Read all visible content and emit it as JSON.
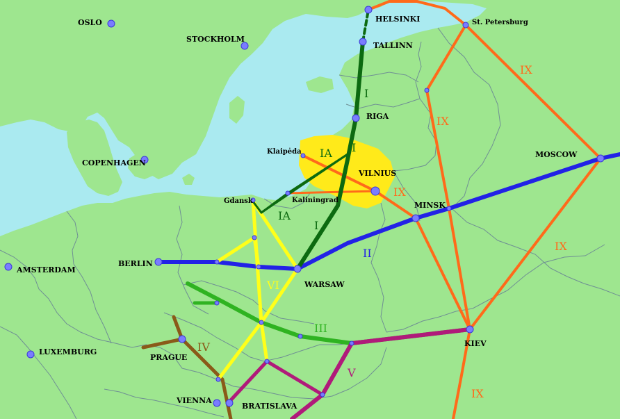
{
  "colors": {
    "sea": "#aaeaf0",
    "land": "#9ee68f",
    "highlight": "#ffea1a",
    "border": "#6f8f94",
    "node_fill": "#7a7cff",
    "corridor_I": "#0c6a10",
    "corridor_II": "#2222e6",
    "corridor_III": "#2fb321",
    "corridor_IV": "#8a5a18",
    "corridor_V": "#b01a7a",
    "corridor_VI": "#ffff19",
    "corridor_IX": "#ff6a1a"
  },
  "cities": {
    "oslo": "OSLO",
    "stockholm": "STOCKHOLM",
    "helsinki": "HELSINKI",
    "st_petersburg": "St. Petersburg",
    "tallinn": "TALLINN",
    "riga": "RIGA",
    "copenhagen": "COPENHAGEN",
    "klaipeda": "Klaipėda",
    "vilnius": "VILNIUS",
    "moscow": "MOSCOW",
    "gdansk": "Gdansk",
    "kaliningrad": "Kaliningrad",
    "minsk": "MINSK",
    "amsterdam": "AMSTERDAM",
    "berlin": "BERLIN",
    "warsaw": "WARSAW",
    "luxemburg": "LUXEMBURG",
    "prague": "PRAGUE",
    "kiev": "KIEV",
    "vienna": "VIENNA",
    "bratislava": "BRATISLAVA"
  },
  "corridor_labels": {
    "I_riga": "I",
    "I_lt": "I",
    "I_poland": "I",
    "IA_lt": "IA",
    "IA_poland": "IA",
    "II": "II",
    "III": "III",
    "IV": "IV",
    "V": "V",
    "VI": "VI",
    "IX_north": "IX",
    "IX_mid": "IX",
    "IX_vilnius": "IX",
    "IX_east": "IX",
    "IX_south": "IX"
  }
}
